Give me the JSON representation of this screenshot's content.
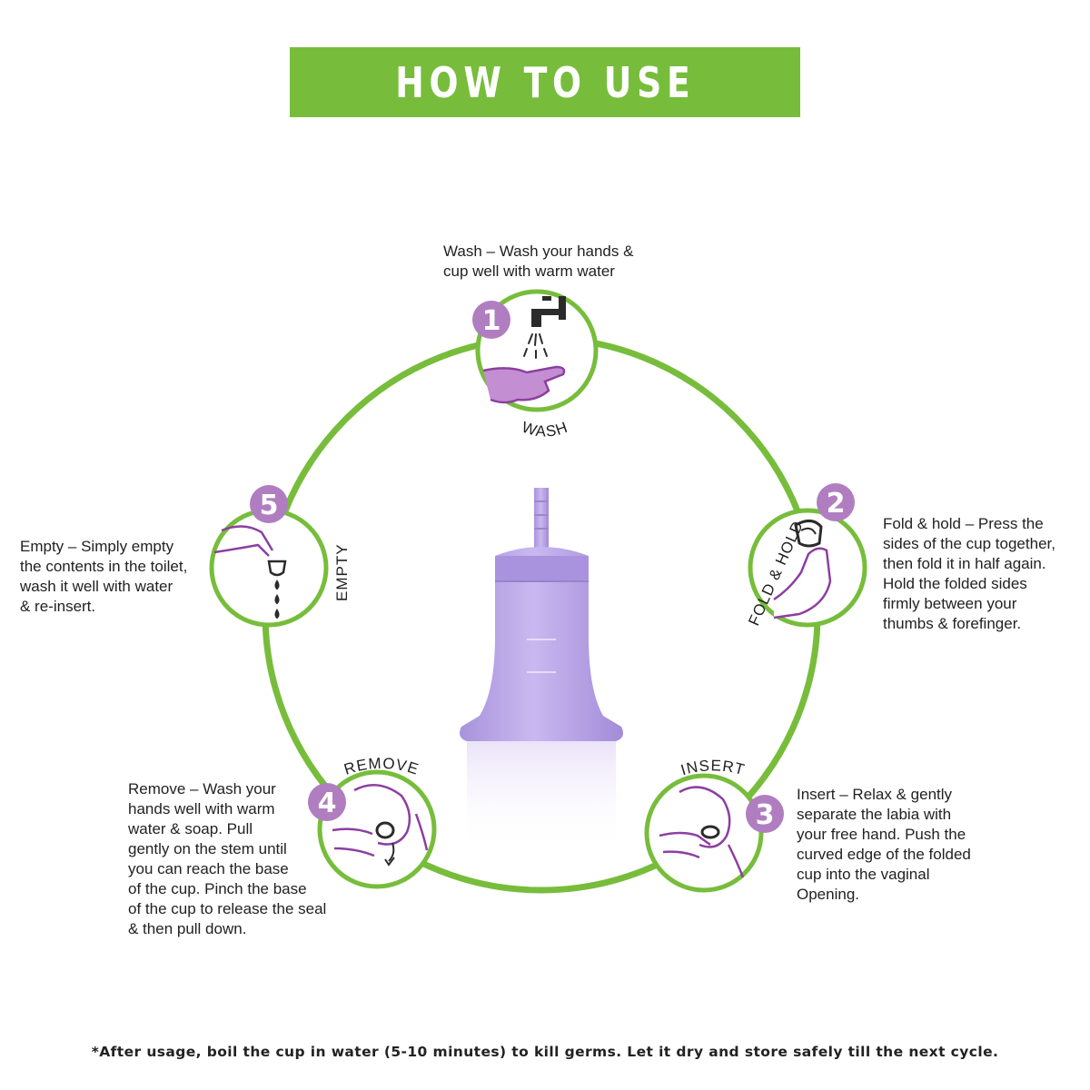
{
  "header": {
    "title": "HOW TO USE"
  },
  "colors": {
    "accent_green": "#77bd3b",
    "step_purple": "#b07ec0",
    "cup_lavender": "#b9a4e6"
  },
  "steps": [
    {
      "number": "1",
      "label": "WASH",
      "icon": "faucet-hands-icon",
      "description": "Wash – Wash your hands &\ncup well with warm water"
    },
    {
      "number": "2",
      "label": "FOLD & HOLD",
      "icon": "folded-cup-hand-icon",
      "description": "Fold & hold – Press the\nsides of the cup together,\nthen fold it in half again.\nHold the folded sides\nfirmly between your\nthumbs & forefinger."
    },
    {
      "number": "3",
      "label": "INSERT",
      "icon": "insert-body-icon",
      "description": "Insert – Relax & gently\nseparate the labia with\nyour free hand. Push the\ncurved edge of the folded\ncup into the vaginal\nOpening."
    },
    {
      "number": "4",
      "label": "REMOVE",
      "icon": "remove-body-icon",
      "description": "Remove – Wash your\nhands well with warm\nwater & soap. Pull\ngently on the stem until\nyou can reach the base\nof the cup. Pinch the base\nof the cup to release the seal\n& then pull down."
    },
    {
      "number": "5",
      "label": "EMPTY",
      "icon": "empty-cup-drops-icon",
      "description": "Empty – Simply empty\nthe contents in the toilet,\nwash it well with water\n& re-insert."
    }
  ],
  "product": {
    "icon": "menstrual-cup-icon"
  },
  "footer": {
    "note": "*After usage, boil the cup in water (5-10 minutes) to kill germs. Let it dry and store safely till the next cycle."
  }
}
